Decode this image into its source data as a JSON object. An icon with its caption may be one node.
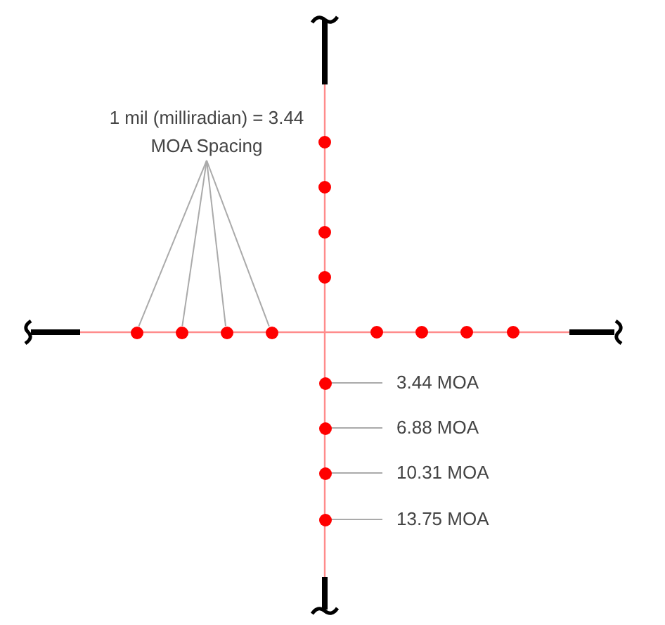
{
  "diagram": {
    "nodes": [
      {
        "text": [
          "1 mil (milliradian) = 3.44 MOA Spacing"
        ]
      },
      {
        "text": [],
        "shape": "circle"
      },
      {
        "text": [],
        "shape": "circle"
      },
      {
        "text": [],
        "shape": "circle"
      },
      {
        "text": [],
        "shape": "circle"
      },
      {
        "text": [
          "3.44 MOA"
        ]
      },
      {
        "text": [
          "6.88 MOA"
        ]
      },
      {
        "text": [
          "10.31 MOA"
        ]
      },
      {
        "text": [
          "13.75 MOA"
        ]
      },
      {
        "text": [],
        "shape": "circle"
      },
      {
        "text": [],
        "shape": "circle"
      },
      {
        "text": [],
        "shape": "circle"
      },
      {
        "text": [],
        "shape": "circle"
      }
    ],
    "edges": [
      {
        "from": 0,
        "to": 1,
        "arrow": "none"
      },
      {
        "from": 0,
        "to": 2,
        "arrow": "none"
      },
      {
        "from": 0,
        "to": 3,
        "arrow": "none"
      },
      {
        "from": 0,
        "to": 4,
        "arrow": "none"
      },
      {
        "from": 5,
        "to": 9,
        "arrow": "none"
      },
      {
        "from": 6,
        "to": 10,
        "arrow": "none"
      },
      {
        "from": 7,
        "to": 11,
        "arrow": "none"
      },
      {
        "from": 8,
        "to": 12,
        "arrow": "none"
      }
    ]
  }
}
